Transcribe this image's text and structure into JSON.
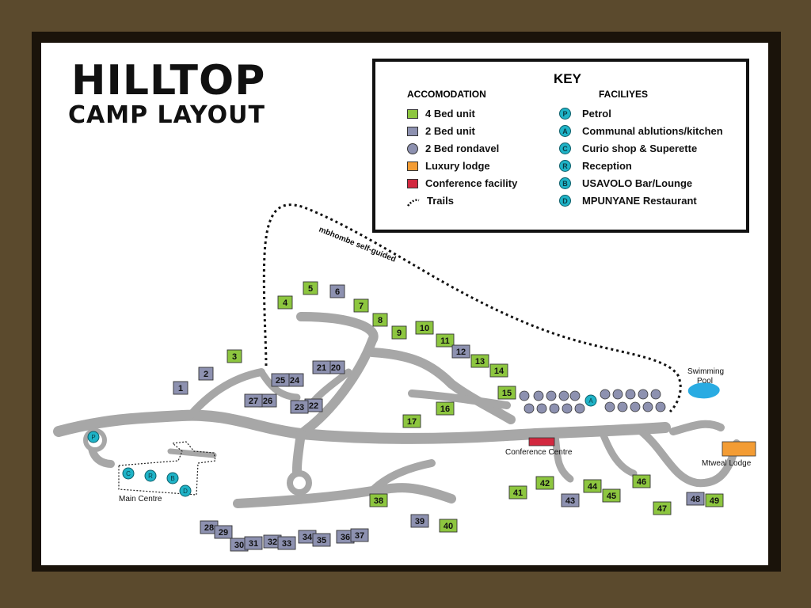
{
  "title": {
    "line1": "HILLTOP",
    "line2": "CAMP LAYOUT"
  },
  "key": {
    "title": "KEY",
    "accommodation_heading": "ACCOMODATION",
    "facilities_heading": "FACILIYES",
    "accommodation": [
      {
        "label": "4 Bed unit",
        "swatch": "square",
        "color": "#8dc63f"
      },
      {
        "label": "2 Bed unit",
        "swatch": "square",
        "color": "#8d91b0"
      },
      {
        "label": "2 Bed rondavel",
        "swatch": "circle",
        "color": "#8d91b0"
      },
      {
        "label": "Luxury lodge",
        "swatch": "square",
        "color": "#f39c34"
      },
      {
        "label": "Conference facility",
        "swatch": "square",
        "color": "#d2283f"
      },
      {
        "label": "Trails",
        "swatch": "trail",
        "color": "#111111"
      }
    ],
    "facilities": [
      {
        "code": "P",
        "label": "Petrol"
      },
      {
        "code": "A",
        "label": "Communal ablutions/kitchen"
      },
      {
        "code": "C",
        "label": "Curio shop & Superette"
      },
      {
        "code": "R",
        "label": "Reception"
      },
      {
        "code": "B",
        "label": "USAVOLO Bar/Lounge"
      },
      {
        "code": "D",
        "label": "MPUNYANE Restaurant"
      }
    ]
  },
  "map_labels": {
    "trail": "mbhombe self-guided",
    "swimming_pool": "Swimming Pool",
    "conference_centre": "Conference Centre",
    "mtweal_lodge": "Mtweal Lodge",
    "main_centre": "Main Centre"
  },
  "colors": {
    "four_bed": "#8dc63f",
    "two_bed": "#8d91b0",
    "rondavel": "#8d91b0",
    "luxury": "#f39c34",
    "conference": "#d2283f",
    "facility": "#1fb3c7",
    "road": "#a7a7a7",
    "pool": "#29abe2"
  },
  "units_four_bed": [
    "3",
    "4",
    "5",
    "7",
    "8",
    "9",
    "10",
    "11",
    "13",
    "14",
    "15",
    "16",
    "17",
    "38",
    "40",
    "41",
    "42",
    "44",
    "45",
    "46",
    "47",
    "49"
  ],
  "units_two_bed": [
    "1",
    "2",
    "6",
    "12",
    "20",
    "21",
    "22",
    "23",
    "24",
    "25",
    "26",
    "27",
    "28",
    "29",
    "30",
    "31",
    "32",
    "33",
    "34",
    "35",
    "36",
    "37",
    "39",
    "43",
    "48"
  ],
  "main_centre_facilities": [
    "C",
    "R",
    "B",
    "D"
  ]
}
